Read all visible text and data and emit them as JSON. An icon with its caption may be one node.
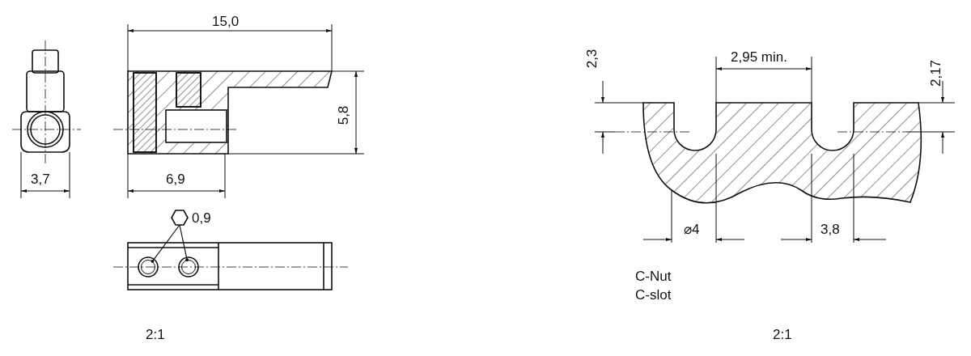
{
  "diagram": {
    "nodes": [
      {
        "text": [
          "0,9"
        ]
      },
      {
        "text": [],
        "shape": "circle"
      },
      {
        "text": [],
        "shape": "circle"
      }
    ],
    "edges": [
      {
        "from": 0,
        "to": 1,
        "arrow": "other"
      },
      {
        "from": 0,
        "to": 2,
        "arrow": "other"
      }
    ],
    "labels": [
      "15,0",
      "5,8",
      "3,7",
      "6,9",
      "2,3",
      "2,95 min.",
      "2,17",
      "⌀4",
      "3,8",
      "C-Nut",
      "C-slot",
      "2:1",
      "2:1"
    ]
  }
}
